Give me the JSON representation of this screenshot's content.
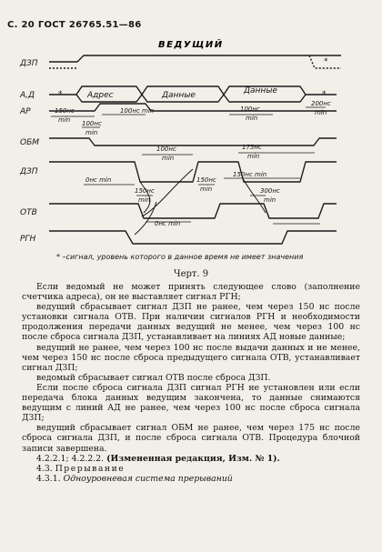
{
  "header": {
    "page_label": "С. 20 ГОСТ 26765.51—86"
  },
  "diagram": {
    "title": "ВЕДУЩИЙ",
    "signals": [
      "ДЗП",
      "А,Д",
      "АР",
      "ОБМ",
      "ДЗП",
      "ОТВ",
      "РГН"
    ],
    "bus_labels": {
      "address": "Адрес",
      "data_1": "Данные",
      "data_2": "Данные"
    },
    "star": "*",
    "timing_labels": {
      "t_150_ar": "150нс",
      "t_150_ar_min": "min",
      "t_100_obm": "100нс",
      "t_100_obm_min": "min",
      "t_100_addr": "100нс min",
      "t_100_data": "100нс",
      "t_100_data_min": "min",
      "t_200": "200нс",
      "t_200_min": "min",
      "t_100_dzp": "100нс",
      "t_100_dzp_min": "min",
      "t_175": "175нс",
      "t_175_min": "min",
      "t_0_1": "0нс min",
      "t_150_mid": "150нс",
      "t_150_mid_min": "min",
      "t_150_otv": "150нс",
      "t_150_otv_min": "min",
      "t_150_right": "150нс min",
      "t_300": "300нс",
      "t_300_min": "min",
      "t_0_2": "0нс min"
    },
    "footnote": "* –сигнал, уровень которого в данное время не имеет значения"
  },
  "caption": "Черт. 9",
  "paragraphs": [
    [
      {
        "t": "Если ведомый не может принять следующее слово (заполнение счетчика адреса), он не выставляет сигнал РГН;"
      }
    ],
    [
      {
        "t": "ведущий сбрасывает сигнал ДЗП не ранее, чем через 150 нс после установки сигнала ОТВ. При наличии сигналов РГН и необходимости продолжения передачи данных ведущий не менее, чем через 100 нс после сброса сигнала ДЗП, устанавливает на линиях АД новые данные;"
      }
    ],
    [
      {
        "t": "ведущий не ранее, чем через 100 нс после выдачи данных и не менее, чем через 150 нс после сброса предыдущего сигнала ОТВ, устанавливает сигнал ДЗП;"
      }
    ],
    [
      {
        "t": "ведомый сбрасывает сигнал ОТВ после сброса ДЗП."
      }
    ],
    [
      {
        "t": "Если после сброса сигнала ДЗП сигнал РГН не установлен или если передача блока данных ведущим закончена, то данные снимаются ведущим с линий АД не ранее, чем через 100 нс после сброса сигнала ДЗП;"
      }
    ],
    [
      {
        "t": "ведущий сбрасывает сигнал ОБМ не ранее, чем через 175 нс после сброса сигнала ДЗП, и после сброса сигнала ОТВ. Процедура блочной записи завершена."
      }
    ],
    [
      {
        "t": "4.2.2.1; 4.2.2.2. "
      },
      {
        "t": "(Измененная редакция, Изм. № 1).",
        "s": "b"
      }
    ],
    [
      {
        "t": "4.3. "
      },
      {
        "t": "Прерывание",
        "s": "sp"
      }
    ],
    [
      {
        "t": "4.3.1. "
      },
      {
        "t": "Одноуровневая система прерываний",
        "s": "i"
      }
    ]
  ]
}
